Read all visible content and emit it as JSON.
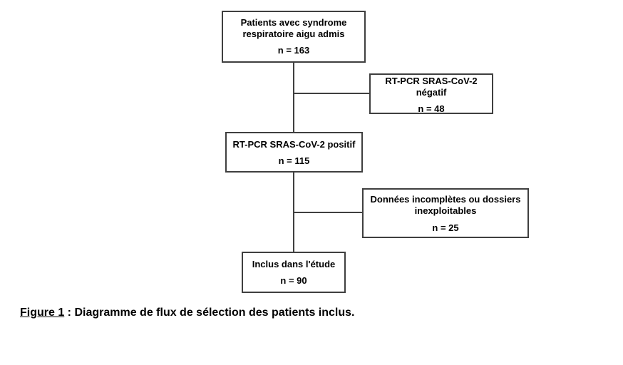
{
  "diagram": {
    "box_admitted": {
      "line1": "Patients avec syndrome",
      "line2": "respiratoire aigu admis",
      "count": "n = 163"
    },
    "box_negative": {
      "line1": "RT-PCR SRAS-CoV-2",
      "line2": "négatif",
      "count": "n = 48"
    },
    "box_positive": {
      "line1": "RT-PCR SRAS-CoV-2 positif",
      "count": "n = 115"
    },
    "box_excluded": {
      "line1": "Données incomplètes ou dossiers",
      "line2": "inexploitables",
      "count": "n = 25"
    },
    "box_included": {
      "line1": "Inclus dans l'étude",
      "count": "n = 90"
    }
  },
  "caption": {
    "figure_label": "Figure 1",
    "text": " : Diagramme de flux de sélection des patients inclus."
  }
}
